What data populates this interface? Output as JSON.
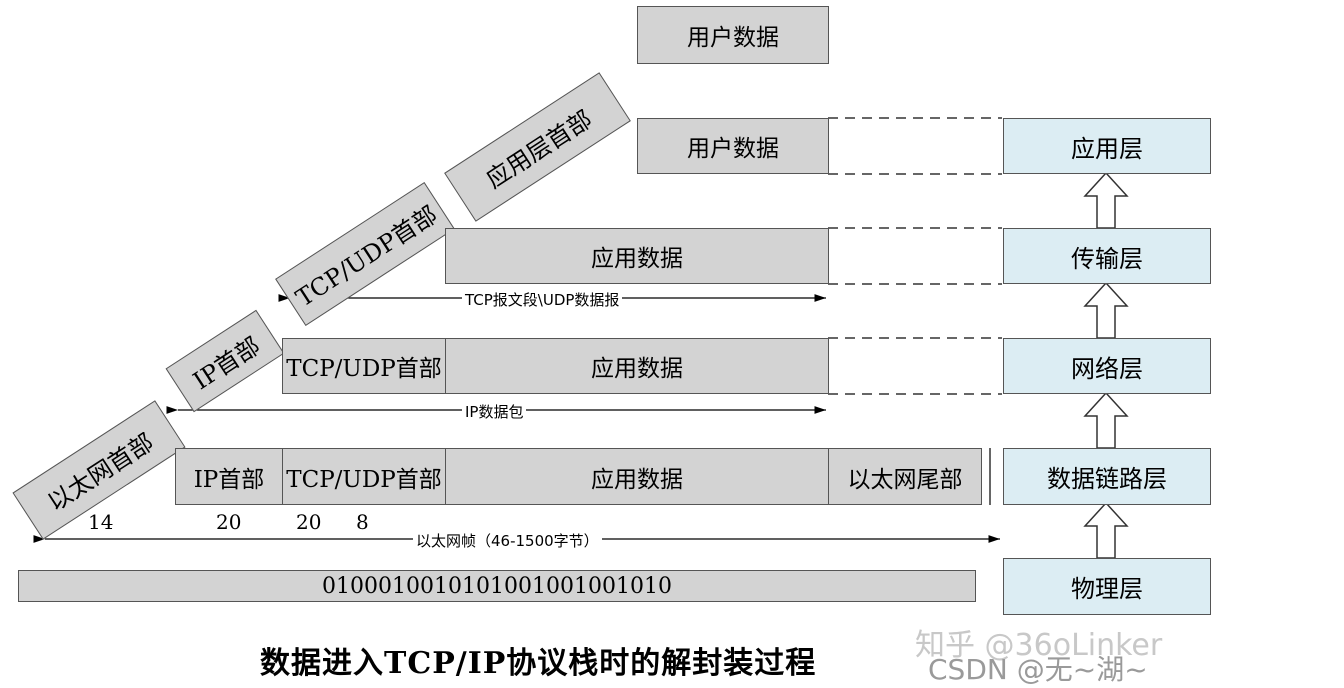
{
  "layers": {
    "application": "应用层",
    "transport": "传输层",
    "network": "网络层",
    "datalink": "数据链路层",
    "physical": "物理层"
  },
  "boxes": {
    "user_data_top": "用户数据",
    "user_data": "用户数据",
    "app_data": "应用数据",
    "tcp_udp_header": "TCP/UDP首部",
    "ip_header": "IP首部",
    "eth_trailer": "以太网尾部",
    "bits": "0100010010101001001001010"
  },
  "headers": {
    "app_header": "应用层首部",
    "tcp_udp_header": "TCP/UDP首部",
    "ip_header": "IP首部",
    "eth_header": "以太网首部"
  },
  "arrows": {
    "tcp_label": "TCP报文段\\UDP数据报",
    "ip_label": "IP数据包",
    "eth_label": "以太网帧（46-1500字节）"
  },
  "sizes": {
    "eth": "14",
    "ip": "20",
    "tcp": "20",
    "udp": "8"
  },
  "caption": "数据进入TCP/IP协议栈时的解封装过程",
  "watermark": {
    "zhihu": "知乎 @36oLinker",
    "csdn": "CSDN @无~湖~"
  }
}
